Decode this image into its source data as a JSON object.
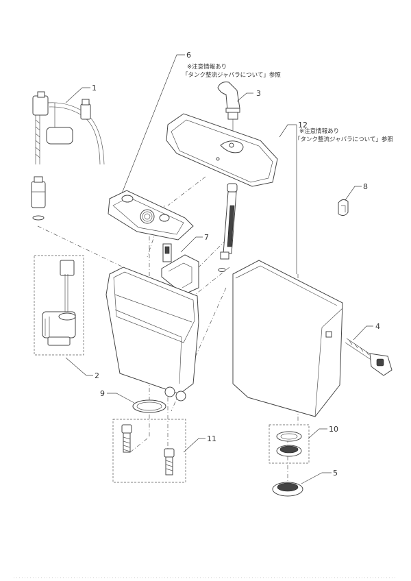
{
  "parts": [
    {
      "no": "1"
    },
    {
      "no": "2"
    },
    {
      "no": "3"
    },
    {
      "no": "4"
    },
    {
      "no": "5"
    },
    {
      "no": "6",
      "note_mark": "※注意情報あり",
      "note_ref": "「タンク整流ジャバラについて」参照"
    },
    {
      "no": "7"
    },
    {
      "no": "8"
    },
    {
      "no": "9"
    },
    {
      "no": "10"
    },
    {
      "no": "11"
    },
    {
      "no": "12",
      "note_mark": "※注意情報あり",
      "note_ref": "「タンク整流ジャバラについて」参照"
    }
  ]
}
